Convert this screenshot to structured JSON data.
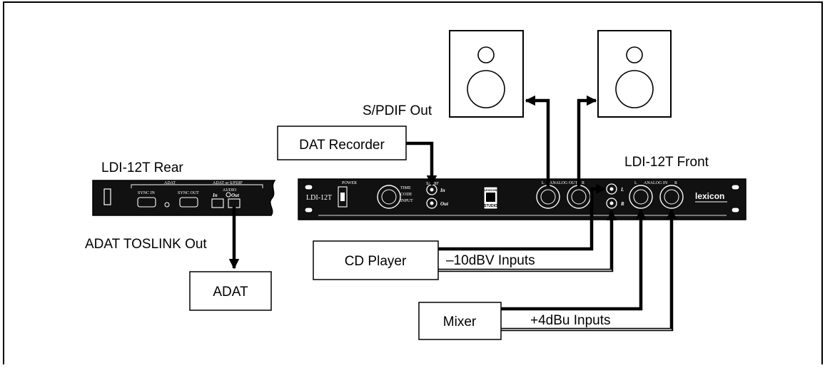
{
  "devices": {
    "rear_title": "LDI-12T Rear",
    "front_title": "LDI-12T Front",
    "front_model": "LDI-12T",
    "brand": "lexicon"
  },
  "rear_panel": {
    "adat_label": "ADAT",
    "adat_spdif_label": "ADAT or S/PDIF",
    "sync_in": "SYNC IN",
    "sync_out": "SYNC OUT",
    "audio": "AUDIO",
    "in": "In",
    "out": "Out"
  },
  "front_panel": {
    "power": "POWER",
    "time": "TIME",
    "code": "CODE",
    "input": "INPUT",
    "spdif": "S/PDIF",
    "spdif_in": "In",
    "spdif_out": "Out",
    "analog_out_l": "L",
    "analog_out": "ANALOG OUT",
    "analog_out_r": "R",
    "rca_l": "L",
    "rca_r": "R",
    "analog_in_l": "L",
    "analog_in": "ANALOG IN",
    "analog_in_r": "R",
    "studio_badge": "LEXICON",
    "studio_badge_sub": "STUDIO"
  },
  "boxes": {
    "dat": "DAT Recorder",
    "cd": "CD Player",
    "mixer": "Mixer",
    "adat": "ADAT"
  },
  "labels": {
    "spdif_out": "S/PDIF Out",
    "adat_toslink": "ADAT TOSLINK Out",
    "minus10": "–10dBV Inputs",
    "plus4": "+4dBu Inputs"
  }
}
